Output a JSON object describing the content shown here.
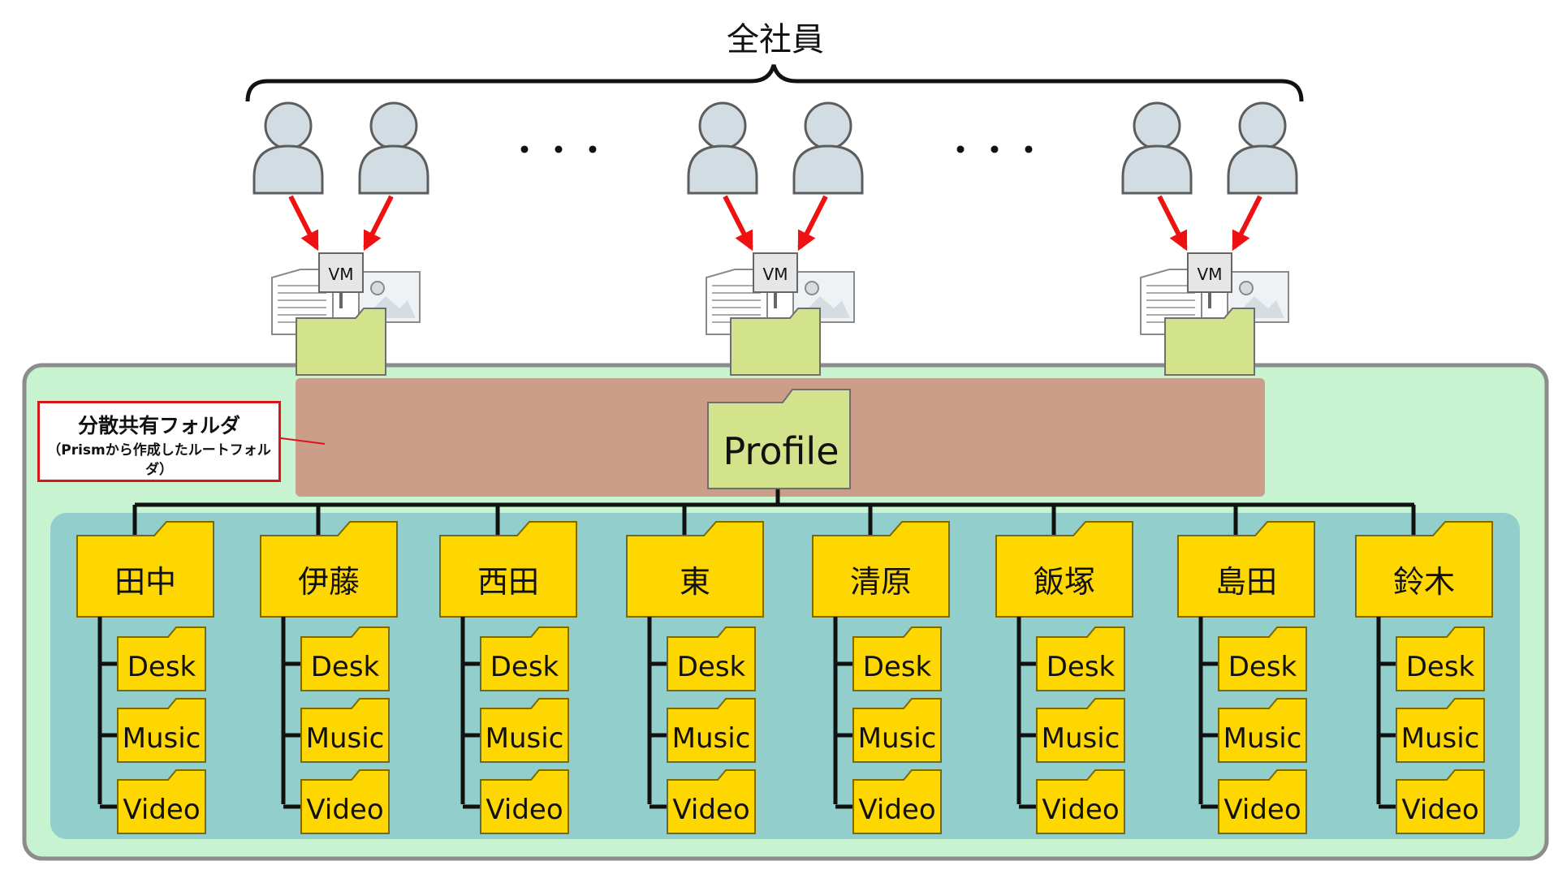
{
  "title": "全社員",
  "ellipsis": "・・・",
  "vm_label": "VM",
  "root_folder": "Profile",
  "callout": {
    "title": "分散共有フォルダ",
    "subtitle": "（Prismから作成したルートフォルダ）"
  },
  "users": [
    "田中",
    "伊藤",
    "西田",
    "東",
    "清原",
    "飯塚",
    "島田",
    "鈴木"
  ],
  "subfolders": [
    "Desk",
    "Music",
    "Video"
  ],
  "colors": {
    "outer_bg": "#c8f3d0",
    "share_band": "#cc9e8a",
    "inner_bg": "#92cecb",
    "user_folder": "#ffd700",
    "vm_folder": "#d3e38c",
    "arrow": "#ee1111",
    "callout_border": "#d9141c"
  },
  "icons": [
    "person-icon",
    "vm-icon",
    "document-icon",
    "image-icon",
    "folder-icon",
    "arrow-icon"
  ]
}
